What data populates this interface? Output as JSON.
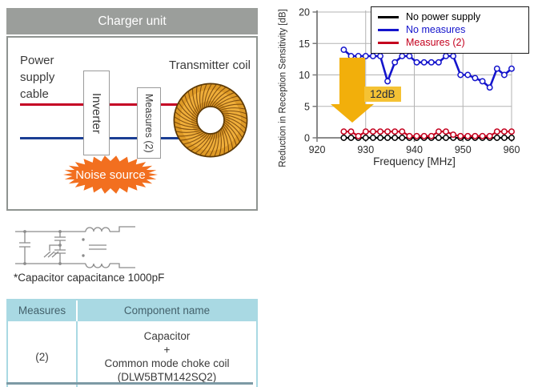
{
  "charger_panel": {
    "title": "Charger unit",
    "power_label_lines": [
      "Power",
      "supply",
      "cable"
    ],
    "inverter_label": "Inverter",
    "measures_label": "Measures (2)",
    "noise_label": "Noise source",
    "coil_label": "Transmitter coil"
  },
  "schematic_note": "*Capacitor capacitance 1000pF",
  "component_table": {
    "headers": [
      "Measures",
      "Component name"
    ],
    "rows": [
      {
        "measures": "(2)",
        "component_lines": [
          "Capacitor",
          "+",
          "Common mode choke coil",
          "(DLW5BTM142SQ2)"
        ]
      }
    ]
  },
  "chart_data": {
    "type": "line",
    "title": "",
    "xlabel": "Frequency [MHz]",
    "ylabel": "Reduction in Reception Sensitivity [dB]",
    "xlim": [
      920,
      960
    ],
    "ylim": [
      0,
      20
    ],
    "x_ticks": [
      920,
      930,
      940,
      950,
      960
    ],
    "y_ticks": [
      0,
      5,
      10,
      15,
      20
    ],
    "grid": true,
    "legend_position": "top-right",
    "annotation": {
      "label": "12dB",
      "shape": "down-arrow"
    },
    "x": [
      925.5,
      927,
      928.5,
      930,
      931.5,
      933,
      934.5,
      936,
      937.5,
      939,
      940.5,
      942,
      943.5,
      945,
      946.5,
      948,
      949.5,
      951,
      952.5,
      954,
      955.5,
      957,
      958.5,
      960
    ],
    "series": [
      {
        "name": "No power supply",
        "color": "#000000",
        "values": [
          0,
          0,
          0,
          0,
          0,
          0,
          0,
          0,
          0,
          0,
          0,
          0,
          0,
          0,
          0,
          0,
          0,
          0,
          0,
          0,
          0,
          0,
          0,
          0
        ]
      },
      {
        "name": "No measures",
        "color": "#1414cc",
        "values": [
          14,
          13,
          13,
          13,
          13,
          13,
          9,
          12,
          13,
          13,
          12,
          12,
          12,
          12,
          13,
          13,
          10,
          10,
          9.5,
          9,
          8,
          11,
          10,
          11
        ]
      },
      {
        "name": "Measures (2)",
        "color": "#c4001e",
        "values": [
          1,
          1,
          0,
          1,
          1,
          1,
          1,
          1,
          1,
          0,
          0,
          0,
          0,
          1,
          1,
          0.5,
          0,
          0,
          0,
          0,
          0,
          1,
          1,
          1
        ]
      }
    ]
  },
  "colors": {
    "panel_header_gray": "#9b9e9b",
    "power_line_red": "#c40024",
    "power_line_blue": "#1b3e94",
    "noise_orange": "#f26f1f",
    "table_blue": "#a9d9e3",
    "arrow_gold": "#f2af0b",
    "badge_gold": "#f5c234",
    "coil_gold": "#de9a26"
  }
}
